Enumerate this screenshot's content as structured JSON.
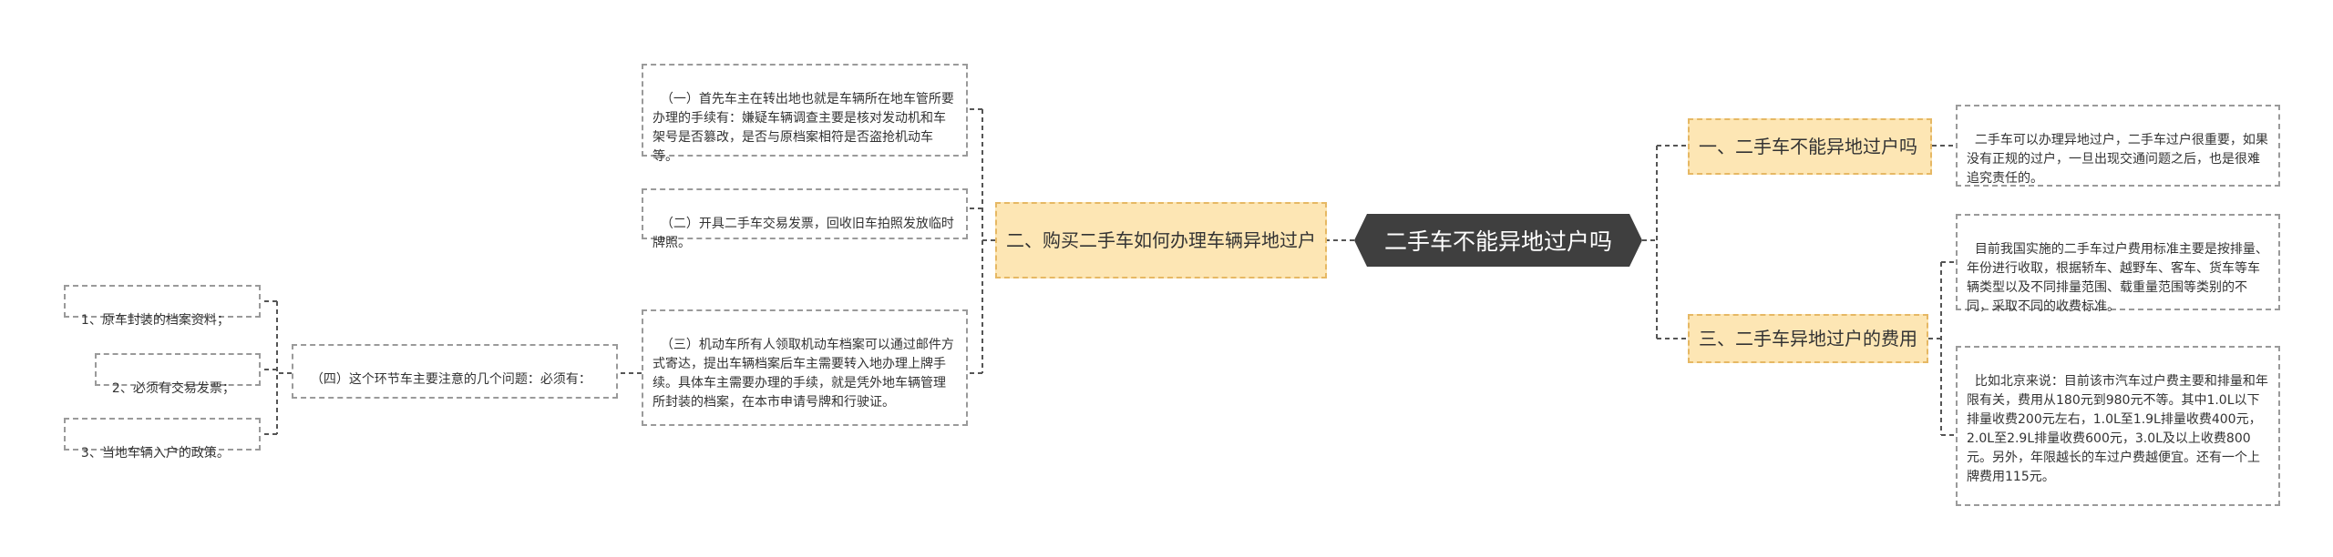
{
  "diagram": {
    "root": "二手车不能异地过户吗",
    "branch_1": {
      "label": "一、二手车不能异地过户吗",
      "detail": "二手车可以办理异地过户，二手车过户很重要，如果没有正规的过户，一旦出现交通问题之后，也是很难追究责任的。"
    },
    "branch_2": {
      "label": "二、购买二手车如何办理车辆异地过户",
      "step_1": "（一）首先车主在转出地也就是车辆所在地车管所要办理的手续有：嫌疑车辆调查主要是核对发动机和车架号是否篡改，是否与原档案相符是否盗抢机动车等。",
      "step_2": "（二）开具二手车交易发票，回收旧车拍照发放临时牌照。",
      "step_3": "（三）机动车所有人领取机动车档案可以通过邮件方式寄达，提出车辆档案后车主需要转入地办理上牌手续。具体车主需要办理的手续，就是凭外地车辆管理所封装的档案，在本市申请号牌和行驶证。",
      "step_4": {
        "label": "（四）这个环节车主要注意的几个问题：必须有：",
        "items": [
          "1、原车封装的档案资料；",
          "2、必须有交易发票；",
          "3、当地车辆入户的政策。"
        ]
      }
    },
    "branch_3": {
      "label": "三、二手车异地过户的费用",
      "detail_1": "目前我国实施的二手车过户费用标准主要是按排量、年份进行收取，根据轿车、越野车、客车、货车等车辆类型以及不同排量范围、载重量范围等类别的不同，采取不同的收费标准。",
      "detail_2": "比如北京来说：目前该市汽车过户费主要和排量和年限有关，费用从180元到980元不等。其中1.0L以下排量收费200元左右，1.0L至1.9L排量收费400元，2.0L至2.9L排量收费600元，3.0L及以上收费800元。另外，年限越长的车过户费越便宜。还有一个上牌费用115元。"
    }
  },
  "colors": {
    "root_bg": "#3f3f3f",
    "branch_bg": "#fde6b4",
    "branch_border": "#e6b864",
    "leaf_border": "#9a9a9a",
    "connector": "#555555"
  }
}
